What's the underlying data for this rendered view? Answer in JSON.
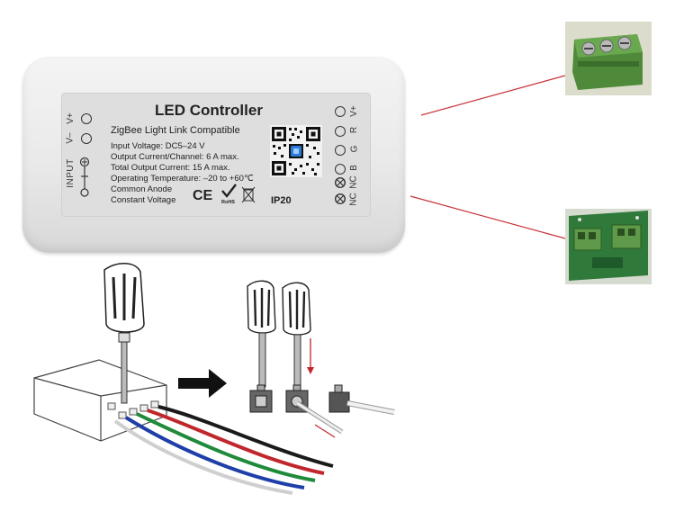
{
  "label": {
    "title": "LED Controller",
    "subtitle": "ZigBee Light Link Compatible",
    "specs": [
      "Input Voltage: DC5–24 V",
      "Output Current/Channel: 6 A max.",
      "Total Output Current: 15 A max.",
      "Operating Temperature: –20 to +60℃",
      "Common Anode",
      "Constant Voltage"
    ],
    "input_terminals": [
      "V+",
      "V–"
    ],
    "input_label": "INPUT",
    "output_terminals": [
      "V+",
      "R",
      "G",
      "B",
      "NC",
      "NC"
    ],
    "certifications": [
      "CE",
      "RoHS"
    ],
    "ip_rating": "IP20"
  },
  "colors": {
    "housing": "#eeeeee",
    "plate": "#dedede",
    "pointer_line": "#c8343a",
    "terminal_green": "#4f8a3a",
    "qr_center": "#2b7ad6"
  },
  "wires": [
    "black",
    "red",
    "green",
    "blue",
    "white"
  ],
  "icons": [
    "qr-code-icon",
    "ce-mark-icon",
    "rohs-check-icon",
    "weee-bin-icon",
    "screwdriver-icon",
    "arrow-right-icon"
  ]
}
